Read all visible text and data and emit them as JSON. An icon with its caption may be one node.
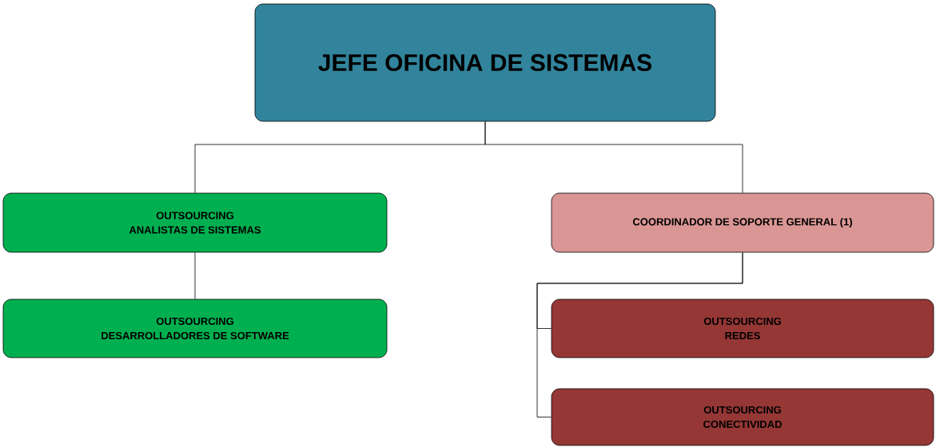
{
  "diagram": {
    "nodes": [
      {
        "text": [
          "JEFE OFICINA DE SISTEMAS"
        ]
      },
      {
        "text": [
          "OUTSOURCING",
          "ANALISTAS DE SISTEMAS"
        ]
      },
      {
        "text": [
          "COORDINADOR DE SOPORTE GENERAL (1)"
        ]
      },
      {
        "text": [
          "OUTSOURCING",
          "DESARROLLADORES DE SOFTWARE"
        ]
      },
      {
        "text": [
          "OUTSOURCING",
          "REDES"
        ]
      },
      {
        "text": [
          "OUTSOURCING",
          "CONECTIVIDAD"
        ]
      }
    ],
    "edges": [
      {
        "from": 0,
        "to": 1,
        "arrow": "none"
      },
      {
        "from": 0,
        "to": 2,
        "arrow": "none"
      },
      {
        "from": 1,
        "to": 3,
        "arrow": "none"
      },
      {
        "from": 2,
        "to": 4,
        "arrow": "none"
      },
      {
        "from": 2,
        "to": 5,
        "arrow": "none"
      }
    ]
  }
}
